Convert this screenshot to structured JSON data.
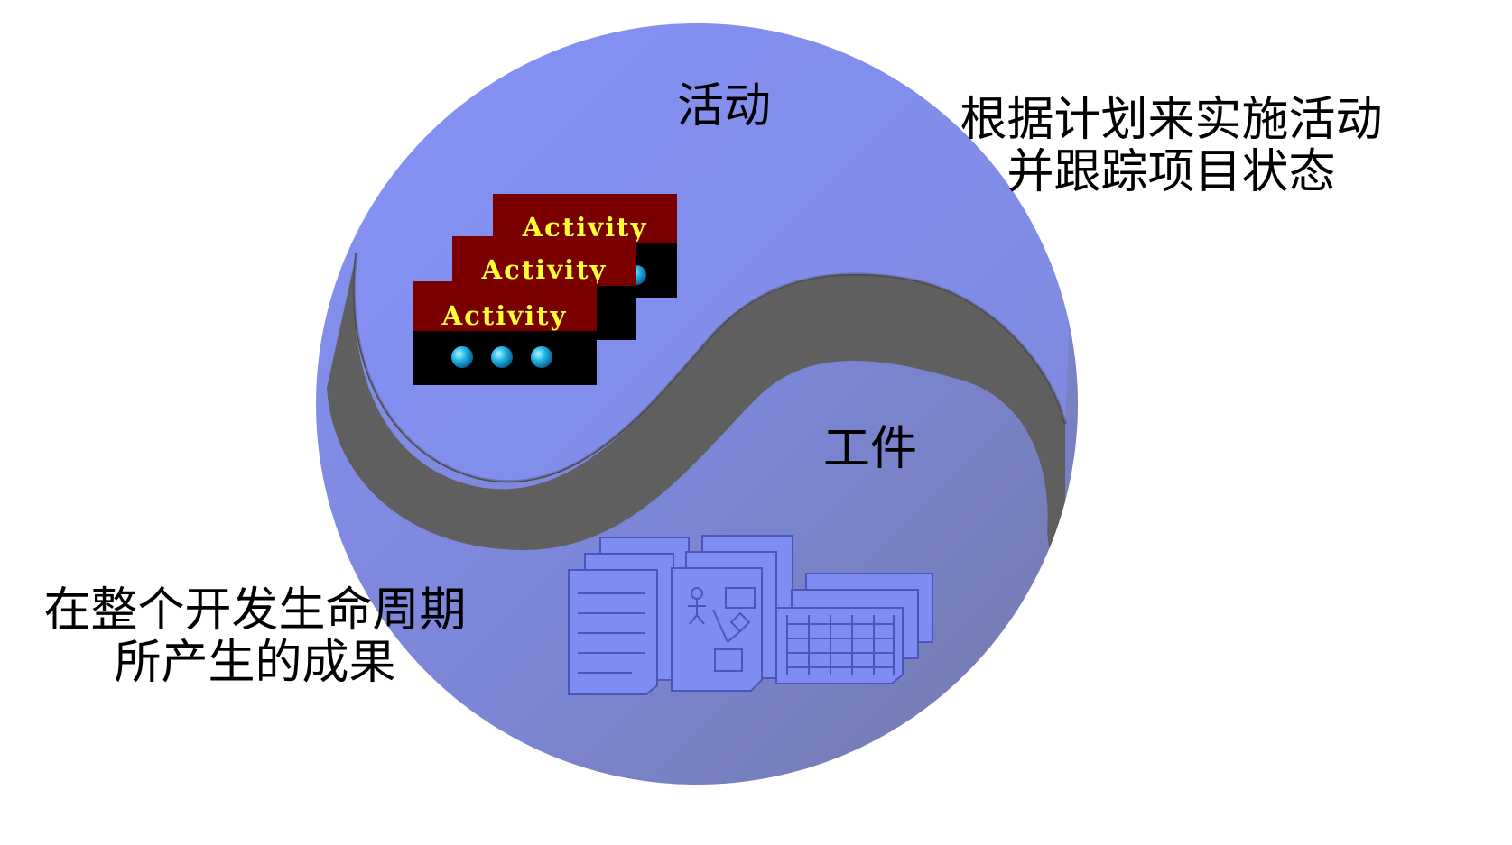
{
  "diagram": {
    "top_label": "活动",
    "bottom_label": "工件",
    "right_caption": [
      "根据计划来实施活动",
      "并跟踪项目状态"
    ],
    "left_caption": [
      "在整个开发生命周期",
      "所产生的成果"
    ],
    "activity_cards": [
      {
        "title": "Activity"
      },
      {
        "title": "Activity"
      },
      {
        "title": "Activity"
      }
    ],
    "colors": {
      "disc_light": "#7f8cf3",
      "disc_dark": "#7480b8",
      "s_band": "#5e5e5e",
      "card_header": "#7a0000",
      "card_body": "#000000",
      "card_text": "#ffff33",
      "card_dot": "#22b8e8",
      "doc_fill": "#7f8cf3",
      "doc_stroke": "#4b57b8"
    }
  }
}
